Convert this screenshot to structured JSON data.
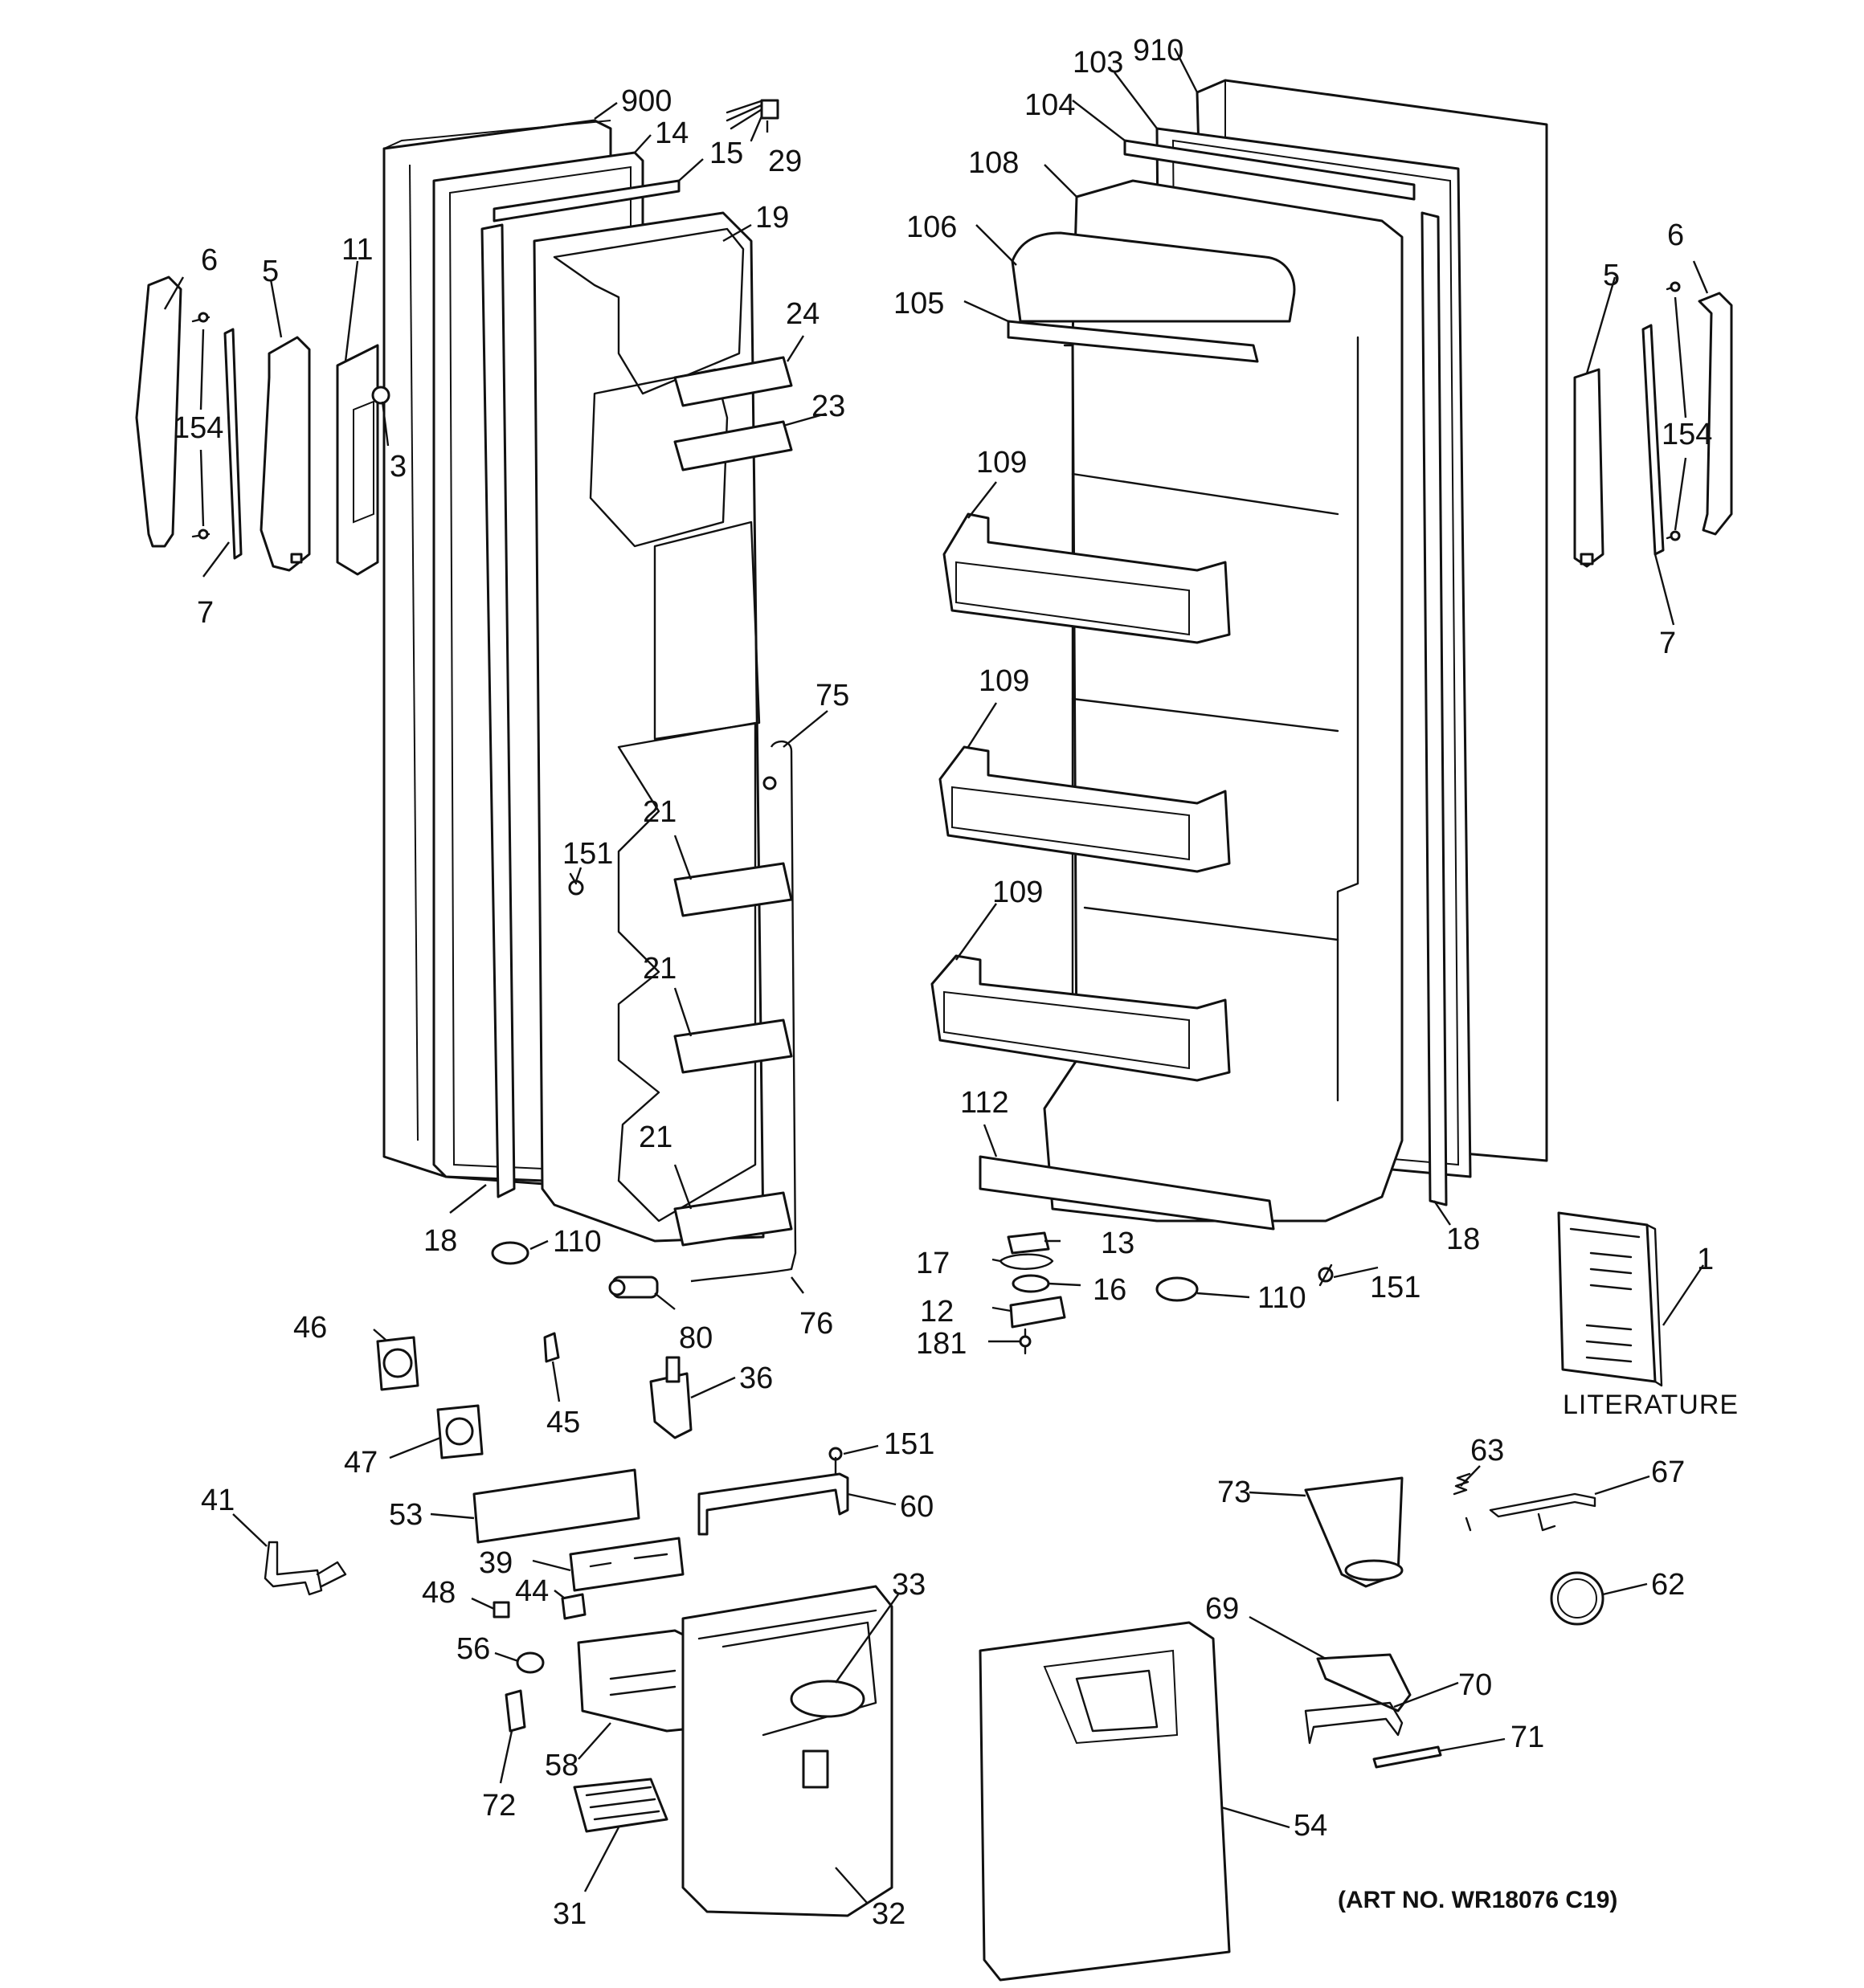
{
  "labels": {
    "l900": "900",
    "l14": "14",
    "l15": "15",
    "l29": "29",
    "l19": "19",
    "l11": "11",
    "l6L": "6",
    "l5L": "5",
    "l154L": "154",
    "l3": "3",
    "l7L": "7",
    "l24": "24",
    "l23": "23",
    "l75": "75",
    "l151a": "151",
    "l21a": "21",
    "l21b": "21",
    "l21c": "21",
    "l18L": "18",
    "l110L": "110",
    "l80": "80",
    "l76": "76",
    "l910": "910",
    "l103": "103",
    "l104": "104",
    "l108": "108",
    "l106": "106",
    "l105": "105",
    "l109a": "109",
    "l109b": "109",
    "l109c": "109",
    "l112": "112",
    "l6R": "6",
    "l5R": "5",
    "l154R": "154",
    "l7R": "7",
    "l18R": "18",
    "l13": "13",
    "l17": "17",
    "l16": "16",
    "l12": "12",
    "l181": "181",
    "l110R": "110",
    "l151b": "151",
    "l1": "1",
    "l46": "46",
    "l45": "45",
    "l36": "36",
    "l47": "47",
    "l151c": "151",
    "l41": "41",
    "l53": "53",
    "l60": "60",
    "l39": "39",
    "l44": "44",
    "l48": "48",
    "l33": "33",
    "l56": "56",
    "l58": "58",
    "l72": "72",
    "l31": "31",
    "l32": "32",
    "l54": "54",
    "l73": "73",
    "l63": "63",
    "l67": "67",
    "l62": "62",
    "l69": "69",
    "l70": "70",
    "l71": "71"
  },
  "literature_label": "LITERATURE",
  "art_number": "(ART NO. WR18076 C19)"
}
